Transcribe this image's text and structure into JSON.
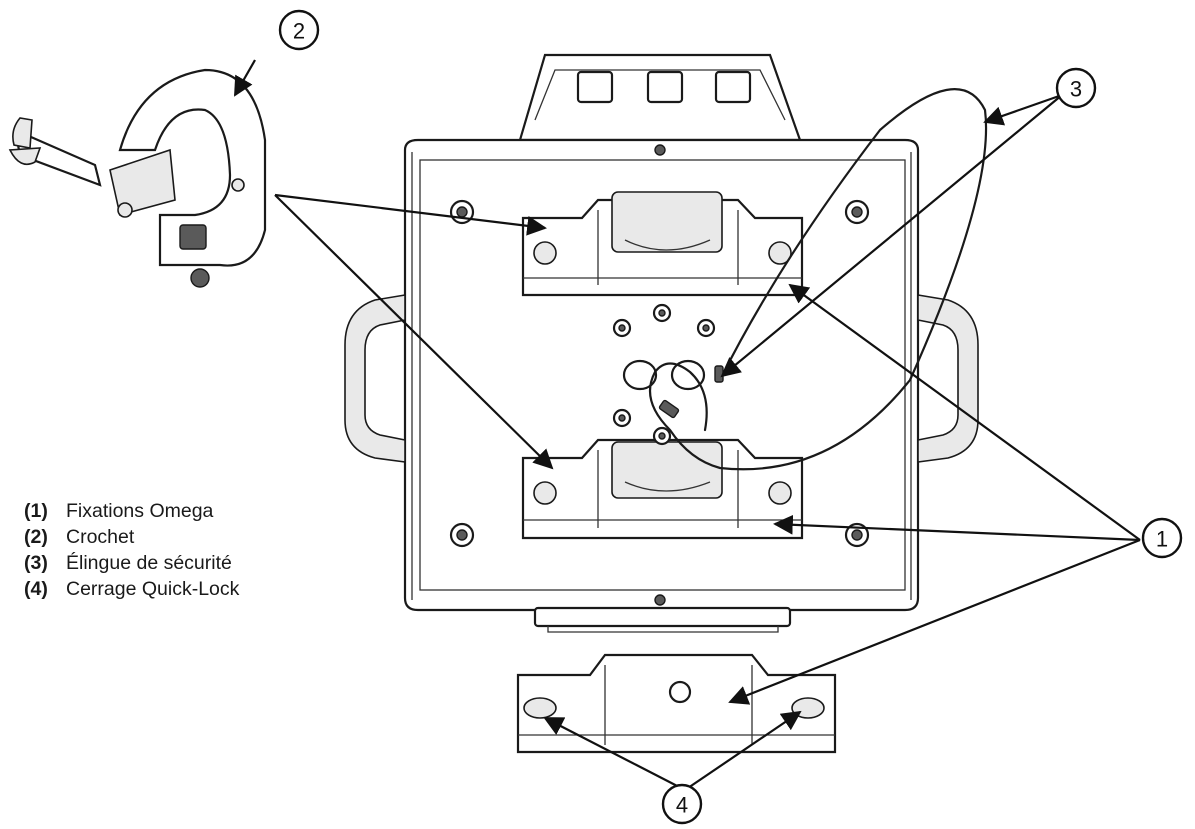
{
  "callouts": [
    {
      "number": "1"
    },
    {
      "number": "2"
    },
    {
      "number": "3"
    },
    {
      "number": "4"
    }
  ],
  "legend": [
    {
      "number": "(1)",
      "label": "Fixations Omega"
    },
    {
      "number": "(2)",
      "label": "Crochet"
    },
    {
      "number": "(3)",
      "label": "Élingue de sécurité"
    },
    {
      "number": "(4)",
      "label": "Cerrage Quick-Lock"
    }
  ]
}
